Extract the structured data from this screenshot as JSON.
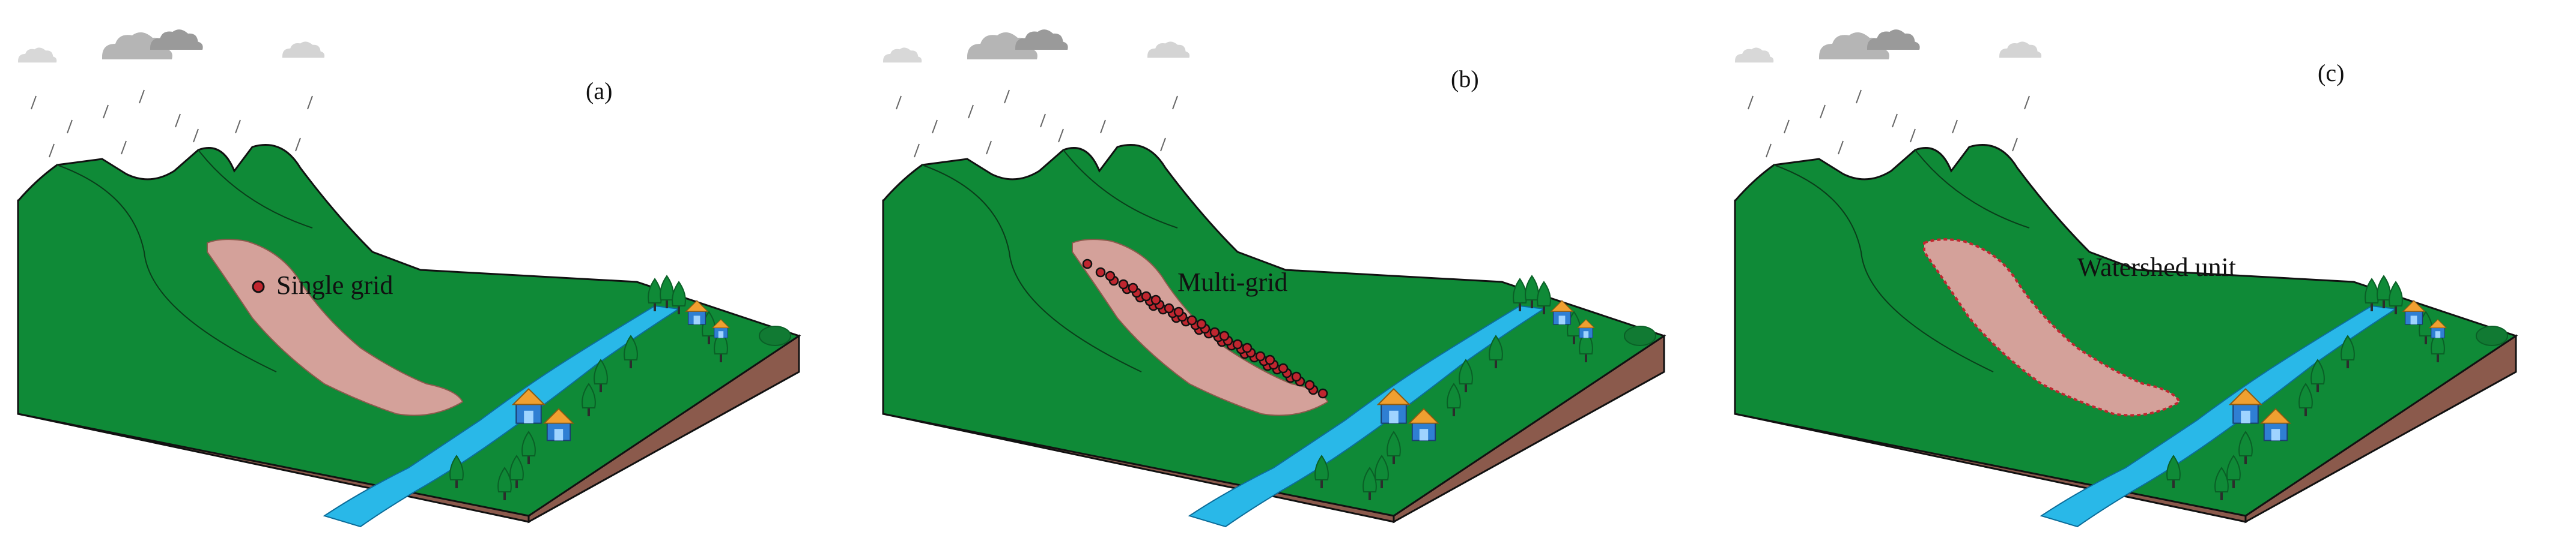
{
  "panels": [
    {
      "label": "(a)",
      "caption": "Single grid"
    },
    {
      "label": "(b)",
      "caption": "Multi-grid"
    },
    {
      "label": "(c)",
      "caption": "Watershed unit"
    }
  ],
  "colors": {
    "grass": "#0f8a37",
    "dirt": "#8b5a4c",
    "landslide": "#d4a19a",
    "river": "#29b8e8",
    "marker": "#c0262f",
    "cloud": "#b5b5b5",
    "outline": "#111111",
    "house_roof": "#f0a030",
    "house_wall": "#2f7fd3"
  },
  "icons": [
    "cloud-icon",
    "rain-icon",
    "tree-icon",
    "house-icon",
    "bush-icon",
    "grid-marker-icon"
  ]
}
